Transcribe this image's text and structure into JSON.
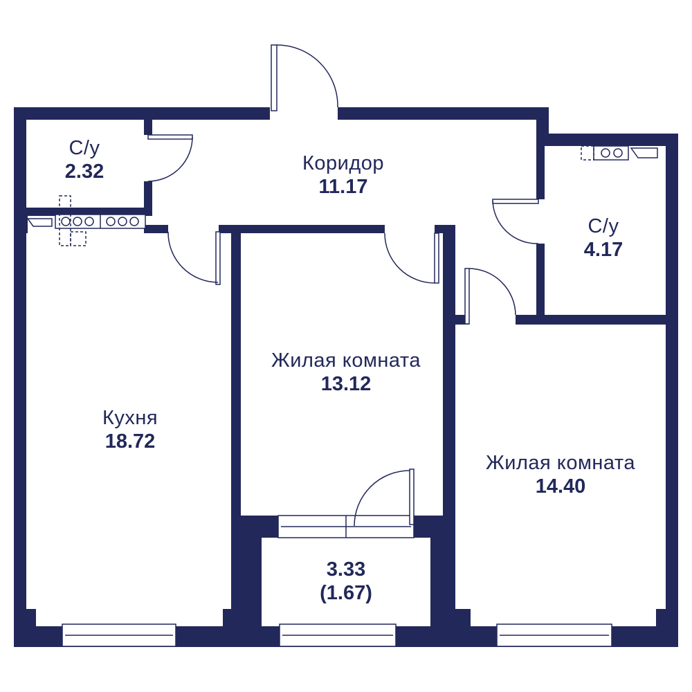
{
  "colors": {
    "wall": "#22285a",
    "background": "#ffffff",
    "line": "#22285a"
  },
  "rooms": {
    "bath_small": {
      "name": "С/у",
      "area": "2.32"
    },
    "corridor": {
      "name": "Коридор",
      "area": "11.17"
    },
    "bath_large": {
      "name": "С/у",
      "area": "4.17"
    },
    "kitchen": {
      "name": "Кухня",
      "area": "18.72"
    },
    "living_center": {
      "name": "Жилая комната",
      "area": "13.12"
    },
    "living_right": {
      "name": "Жилая комната",
      "area": "14.40"
    },
    "balcony": {
      "area": "3.33",
      "area_reduced": "(1.67)"
    }
  }
}
